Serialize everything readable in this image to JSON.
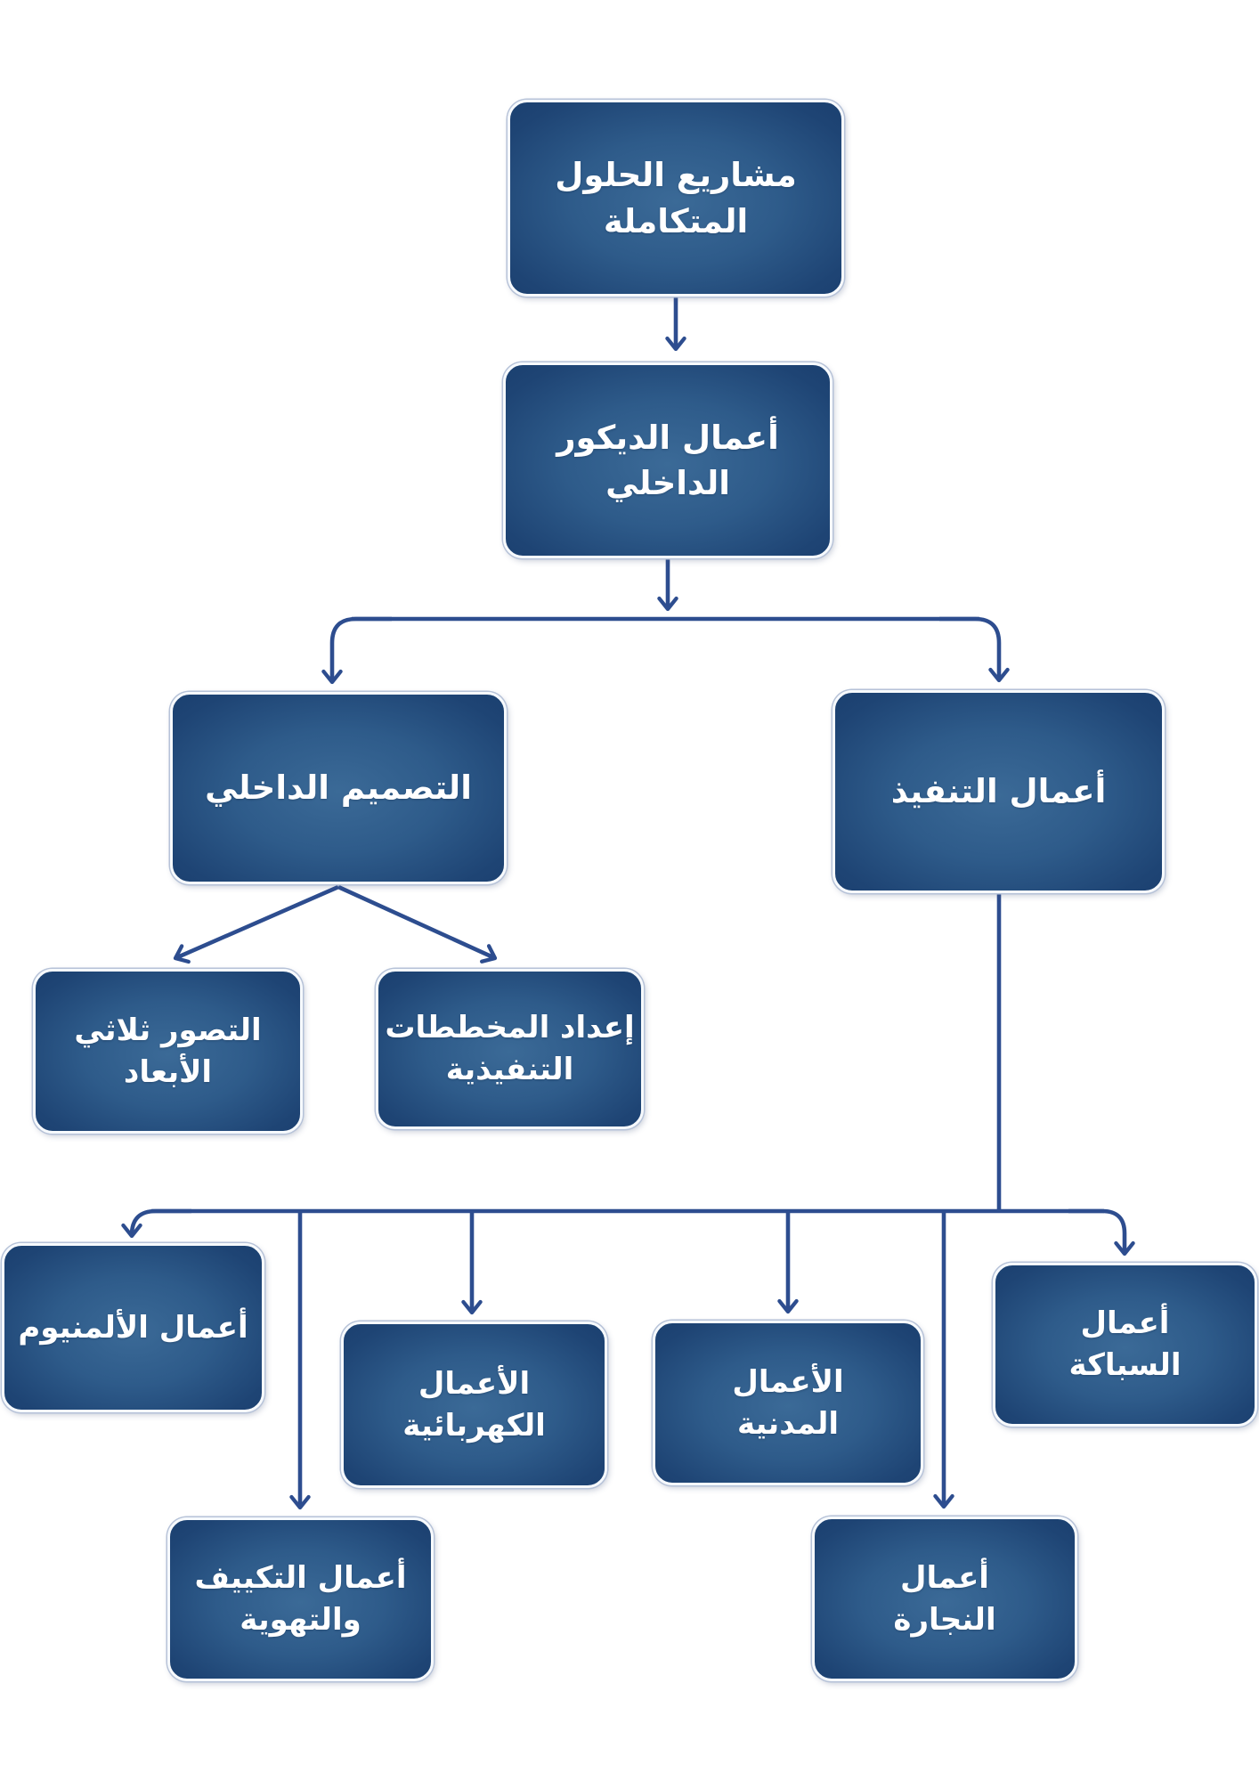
{
  "diagram": {
    "title": "organization-flowchart",
    "language": "ar",
    "colors": {
      "connector": "#2d4d8f",
      "box_gradient_center": "#3b6a97",
      "box_gradient_edge": "#1b4070",
      "box_border": "#f7fafd",
      "box_outer_hairline": "#b6c2d8",
      "text": "#ffffff",
      "background": "#ffffff"
    },
    "nodes": [
      {
        "id": "integrated-solutions",
        "label": "مشاريع الحلول\nالمتكاملة"
      },
      {
        "id": "interior-decoration",
        "label": "أعمال الديكور\nالداخلي"
      },
      {
        "id": "interior-design",
        "label": "التصميم الداخلي"
      },
      {
        "id": "execution-works",
        "label": "أعمال التنفيذ"
      },
      {
        "id": "3d-visualization",
        "label": "التصور ثلاثي\nالأبعاد"
      },
      {
        "id": "executive-plans",
        "label": "إعداد المخططات\nالتنفيذية"
      },
      {
        "id": "aluminum-works",
        "label": "أعمال الألمنيوم"
      },
      {
        "id": "electrical-works",
        "label": "الأعمال\nالكهربائية"
      },
      {
        "id": "civil-works",
        "label": "الأعمال\nالمدنية"
      },
      {
        "id": "plumbing-works",
        "label": "أعمال\nالسباكة"
      },
      {
        "id": "hvac-works",
        "label": "أعمال التكييف\nوالتهوية"
      },
      {
        "id": "carpentry-works",
        "label": "أعمال\nالنجارة"
      }
    ],
    "edges": [
      {
        "from": "integrated-solutions",
        "to": "interior-decoration"
      },
      {
        "from": "interior-decoration",
        "to": "interior-design"
      },
      {
        "from": "interior-decoration",
        "to": "execution-works"
      },
      {
        "from": "interior-design",
        "to": "3d-visualization"
      },
      {
        "from": "interior-design",
        "to": "executive-plans"
      },
      {
        "from": "execution-works",
        "to": "aluminum-works"
      },
      {
        "from": "execution-works",
        "to": "electrical-works"
      },
      {
        "from": "execution-works",
        "to": "civil-works"
      },
      {
        "from": "execution-works",
        "to": "plumbing-works"
      },
      {
        "from": "execution-works",
        "to": "hvac-works"
      },
      {
        "from": "execution-works",
        "to": "carpentry-works"
      }
    ]
  }
}
